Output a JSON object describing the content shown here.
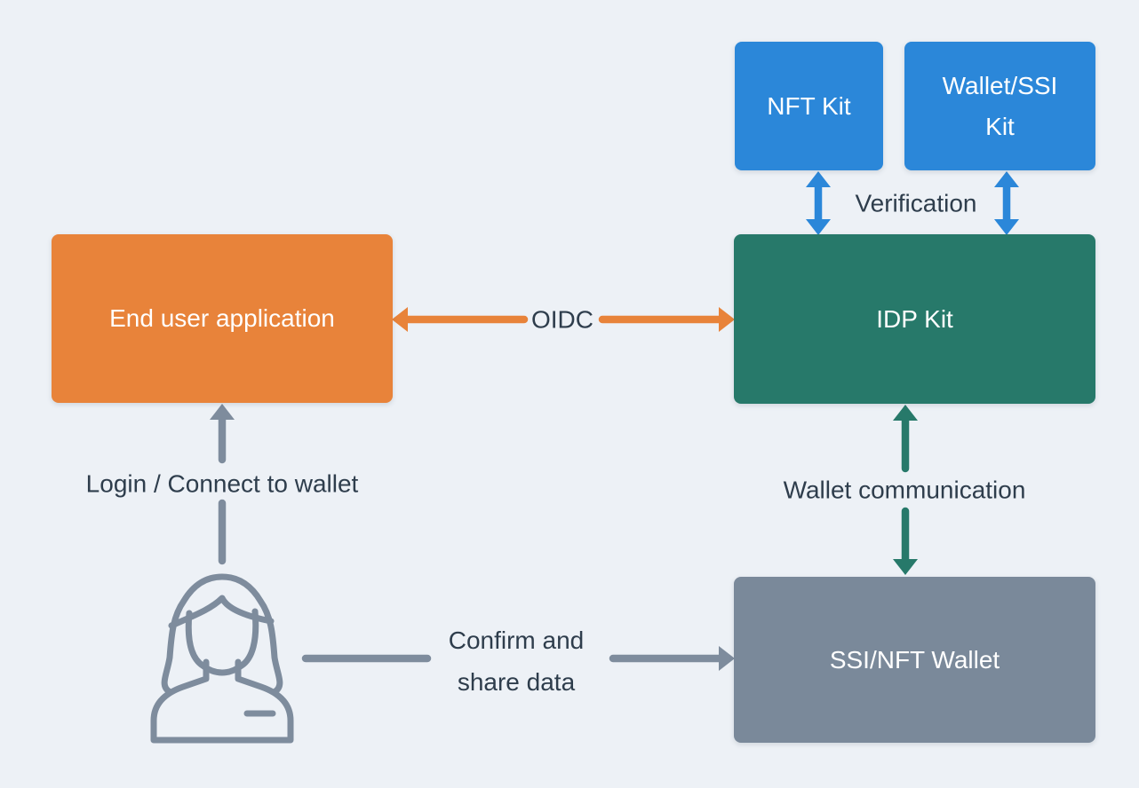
{
  "background_color": "#edf1f6",
  "text_color": "#2e3d4c",
  "nodes": {
    "nft_kit": {
      "label": "NFT Kit",
      "color": "#2b87d9",
      "text_color": "#ffffff"
    },
    "wallet_ssi_kit": {
      "label": "Wallet/SSI Kit",
      "color": "#2b87d9",
      "text_color": "#ffffff"
    },
    "end_user_app": {
      "label": "End user application",
      "color": "#e8833a",
      "text_color": "#ffffff"
    },
    "idp_kit": {
      "label": "IDP Kit",
      "color": "#27796a",
      "text_color": "#ffffff"
    },
    "ssi_nft_wallet": {
      "label": "SSI/NFT Wallet",
      "color": "#7a899a",
      "text_color": "#ffffff"
    }
  },
  "edges": {
    "verification": {
      "label": "Verification",
      "color": "#2b87d9",
      "style": "double-headed vertical, NFT Kit and Wallet/SSI Kit to IDP Kit"
    },
    "oidc": {
      "label": "OIDC",
      "color": "#e8833a",
      "style": "double-headed horizontal, End user application to IDP Kit"
    },
    "wallet_communication": {
      "label": "Wallet communication",
      "color": "#27796a",
      "style": "double-headed vertical, IDP Kit to SSI/NFT Wallet"
    },
    "login": {
      "label": "Login / Connect to wallet",
      "color": "#7e8c9d",
      "style": "single-headed up, user to End user application"
    },
    "confirm": {
      "label": "Confirm and share data",
      "color": "#7e8c9d",
      "style": "single-headed right, user to SSI/NFT Wallet"
    }
  },
  "icons": {
    "user": {
      "name": "user-person-icon",
      "color": "#7e8c9d"
    }
  }
}
